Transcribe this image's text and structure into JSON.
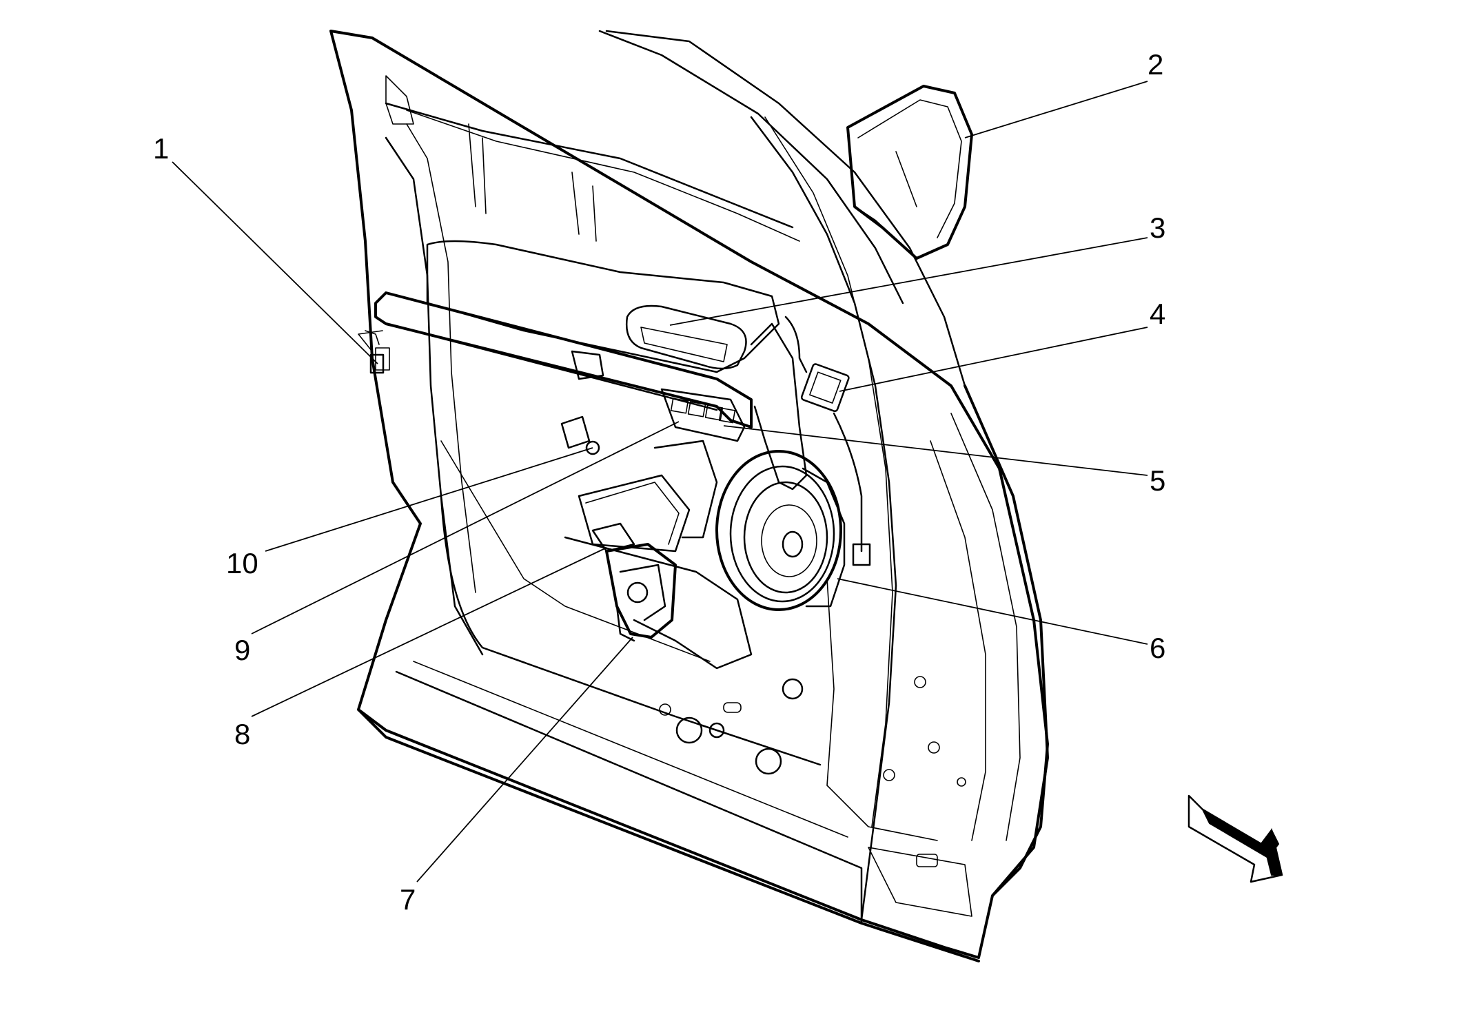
{
  "colors": {
    "line": "#000000",
    "background": "#ffffff",
    "fill": "#ffffff"
  },
  "callouts": [
    {
      "id": "1",
      "label": "1"
    },
    {
      "id": "2",
      "label": "2"
    },
    {
      "id": "3",
      "label": "3"
    },
    {
      "id": "4",
      "label": "4"
    },
    {
      "id": "5",
      "label": "5"
    },
    {
      "id": "6",
      "label": "6"
    },
    {
      "id": "7",
      "label": "7"
    },
    {
      "id": "8",
      "label": "8"
    },
    {
      "id": "9",
      "label": "9"
    },
    {
      "id": "10",
      "label": "10"
    }
  ],
  "icons": {
    "direction": "direction-arrow-icon"
  }
}
